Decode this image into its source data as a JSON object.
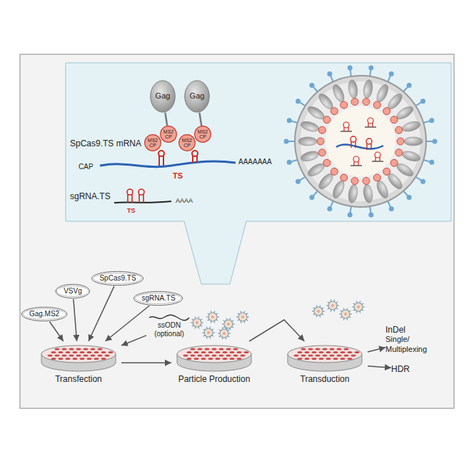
{
  "diagram": {
    "nodes": [
      {
        "text": [
          "Gag"
        ]
      },
      {
        "text": [
          "Gag"
        ]
      },
      {
        "text": [
          "MS2 CP"
        ]
      },
      {
        "text": [
          "MS2 CP"
        ]
      },
      {
        "text": [
          "MS2 CP"
        ]
      },
      {
        "text": [
          "MS2 CP"
        ]
      },
      {
        "text": [
          "Gag.MS2"
        ]
      },
      {
        "text": [
          "VSVg"
        ]
      },
      {
        "text": [
          "SpCas9.TS"
        ]
      },
      {
        "text": [
          "sgRNA.TS"
        ]
      },
      {
        "text": [
          "ssODN (optional)"
        ]
      },
      {
        "text": [
          "Transfection"
        ]
      },
      {
        "text": [
          "Particle Production"
        ]
      },
      {
        "text": [
          "Transduction"
        ]
      },
      {
        "text": [
          "InDel",
          "Single/ Multiplexing"
        ]
      },
      {
        "text": [
          "HDR"
        ]
      }
    ],
    "edges": [
      {
        "from": 0,
        "to": 3,
        "arrow": "none"
      },
      {
        "from": 1,
        "to": 5,
        "arrow": "none"
      },
      {
        "from": 6,
        "to": 11,
        "arrow": "to"
      },
      {
        "from": 7,
        "to": 11,
        "arrow": "to"
      },
      {
        "from": 8,
        "to": 11,
        "arrow": "to"
      },
      {
        "from": 9,
        "to": 11,
        "arrow": "to"
      },
      {
        "from": 10,
        "to": 11,
        "arrow": "to"
      },
      {
        "from": 11,
        "to": 12,
        "arrow": "to"
      },
      {
        "from": 12,
        "to": 13,
        "arrow": "to"
      },
      {
        "from": 13,
        "to": 14,
        "arrow": "to"
      },
      {
        "from": 13,
        "to": 15,
        "arrow": "to"
      }
    ],
    "labels": [
      "SpCas9.TS mRNA",
      "CAP",
      "TS",
      "AAAAAAA",
      "sgRNA.TS",
      "TS",
      "AAAA"
    ]
  }
}
